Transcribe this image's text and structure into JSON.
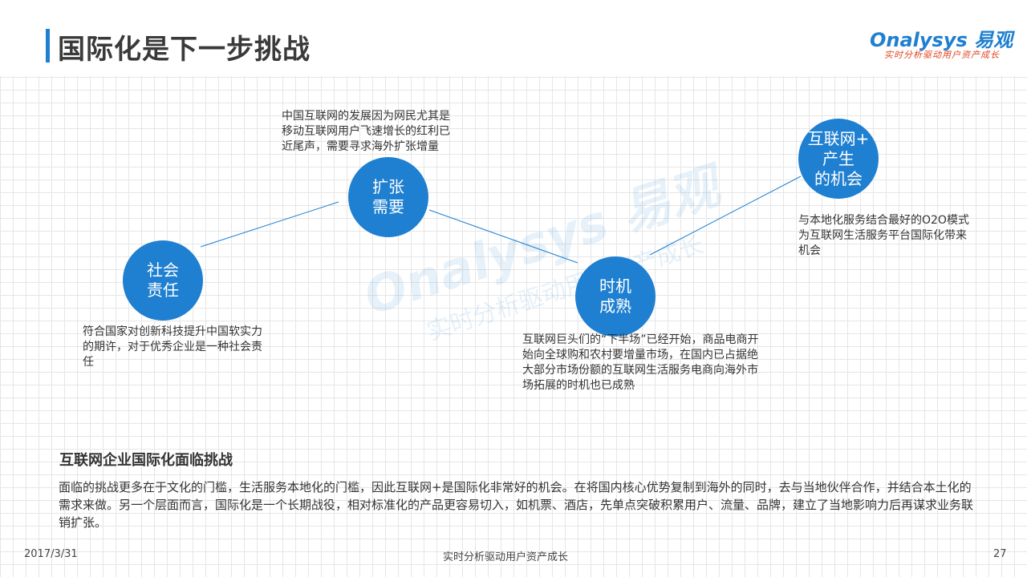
{
  "header": {
    "title": "国际化是下一步挑战",
    "logo": {
      "main": "Onalysys 易观",
      "tagline": "实时分析驱动用户资产成长"
    }
  },
  "watermark": {
    "main": "Onalysys 易观",
    "tagline": "实时分析驱动用户资产成长"
  },
  "nodes": [
    {
      "label": "社会\n责任",
      "note": "符合国家对创新科技提升中国软实力的期许，对于优秀企业是一种社会责任"
    },
    {
      "label": "扩张\n需要",
      "note": "中国互联网的发展因为网民尤其是移动互联网用户飞速增长的红利已近尾声，需要寻求海外扩张增量"
    },
    {
      "label": "时机\n成熟",
      "note": "互联网巨头们的“下半场”已经开始，商品电商开始向全球购和农村要增量市场，在国内已占据绝大部分市场份额的互联网生活服务电商向海外市场拓展的时机也已成熟"
    },
    {
      "label": "互联网+\n产生\n的机会",
      "note": "与本地化服务结合最好的O2O模式为互联网生活服务平台国际化带来机会"
    }
  ],
  "section": {
    "title": "互联网企业国际化面临挑战",
    "body": "面临的挑战更多在于文化的门槛，生活服务本地化的门槛，因此互联网+是国际化非常好的机会。在将国内核心优势复制到海外的同时，去与当地伙伴合作，并结合本土化的需求来做。另一个层面而言，国际化是一个长期战役，相对标准化的产品更容易切入，如机票、酒店，先单点突破积累用户、流量、品牌，建立了当地影响力后再谋求业务联销扩张。"
  },
  "footer": {
    "date": "2017/3/31",
    "slogan": "实时分析驱动用户资产成长",
    "page": "27"
  },
  "colors": {
    "accent": "#1f7fd0",
    "logo_tagline": "#e2431c"
  }
}
